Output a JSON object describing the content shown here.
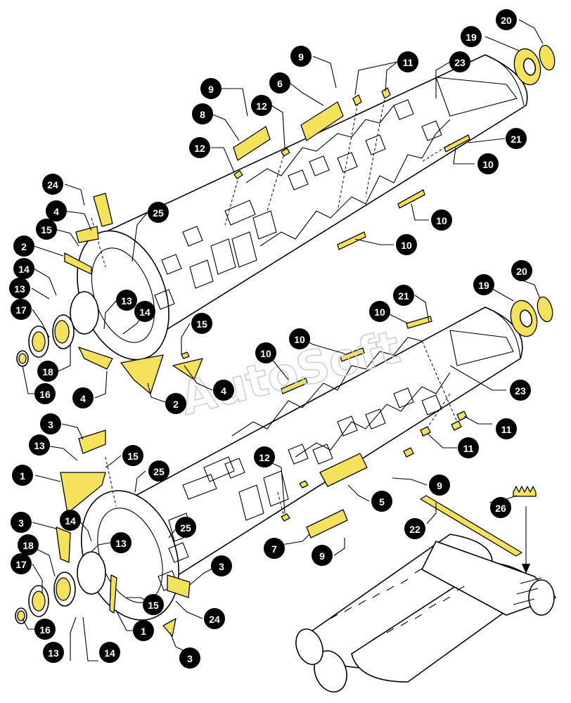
{
  "watermark": "AutoSoft",
  "colors": {
    "part_highlight": "#f5e15a",
    "outline": "#000000",
    "background": "#ffffff"
  },
  "callouts": [
    {
      "id": "c20a",
      "label": "20"
    },
    {
      "id": "c19a",
      "label": "19"
    },
    {
      "id": "c23a",
      "label": "23"
    },
    {
      "id": "c11a",
      "label": "11"
    },
    {
      "id": "c9a",
      "label": "9"
    },
    {
      "id": "c6",
      "label": "6"
    },
    {
      "id": "c9b",
      "label": "9"
    },
    {
      "id": "c12a",
      "label": "12"
    },
    {
      "id": "c8",
      "label": "8"
    },
    {
      "id": "c12b",
      "label": "12"
    },
    {
      "id": "c21a",
      "label": "21"
    },
    {
      "id": "c10a",
      "label": "10"
    },
    {
      "id": "c10b",
      "label": "10"
    },
    {
      "id": "c10c",
      "label": "10"
    },
    {
      "id": "c24a",
      "label": "24"
    },
    {
      "id": "c4a",
      "label": "4"
    },
    {
      "id": "c25a",
      "label": "25"
    },
    {
      "id": "c15a",
      "label": "15"
    },
    {
      "id": "c2a",
      "label": "2"
    },
    {
      "id": "c14a",
      "label": "14"
    },
    {
      "id": "c13a",
      "label": "13"
    },
    {
      "id": "c13b",
      "label": "13"
    },
    {
      "id": "c14b",
      "label": "14"
    },
    {
      "id": "c17a",
      "label": "17"
    },
    {
      "id": "c18a",
      "label": "18"
    },
    {
      "id": "c16a",
      "label": "16"
    },
    {
      "id": "c4b",
      "label": "4"
    },
    {
      "id": "c2b",
      "label": "2"
    },
    {
      "id": "c4c",
      "label": "4"
    },
    {
      "id": "c15b",
      "label": "15"
    },
    {
      "id": "c20b",
      "label": "20"
    },
    {
      "id": "c19b",
      "label": "19"
    },
    {
      "id": "c21b",
      "label": "21"
    },
    {
      "id": "c10d",
      "label": "10"
    },
    {
      "id": "c10e",
      "label": "10"
    },
    {
      "id": "c10f",
      "label": "10"
    },
    {
      "id": "c23b",
      "label": "23"
    },
    {
      "id": "c11b",
      "label": "11"
    },
    {
      "id": "c11c",
      "label": "11"
    },
    {
      "id": "c3a",
      "label": "3"
    },
    {
      "id": "c13c",
      "label": "13"
    },
    {
      "id": "c15c",
      "label": "15"
    },
    {
      "id": "c1a",
      "label": "1"
    },
    {
      "id": "c25b",
      "label": "25"
    },
    {
      "id": "c12c",
      "label": "12"
    },
    {
      "id": "c9c",
      "label": "9"
    },
    {
      "id": "c5",
      "label": "5"
    },
    {
      "id": "c3b",
      "label": "3"
    },
    {
      "id": "c14c",
      "label": "14"
    },
    {
      "id": "c25c",
      "label": "25"
    },
    {
      "id": "c13d",
      "label": "13"
    },
    {
      "id": "c18b",
      "label": "18"
    },
    {
      "id": "c17b",
      "label": "17"
    },
    {
      "id": "c26",
      "label": "26"
    },
    {
      "id": "c22",
      "label": "22"
    },
    {
      "id": "c7",
      "label": "7"
    },
    {
      "id": "c9d",
      "label": "9"
    },
    {
      "id": "c3c",
      "label": "3"
    },
    {
      "id": "c16b",
      "label": "16"
    },
    {
      "id": "c24b",
      "label": "24"
    },
    {
      "id": "c15d",
      "label": "15"
    },
    {
      "id": "c1b",
      "label": "1"
    },
    {
      "id": "c13e",
      "label": "13"
    },
    {
      "id": "c14d",
      "label": "14"
    },
    {
      "id": "c3d",
      "label": "3"
    }
  ]
}
